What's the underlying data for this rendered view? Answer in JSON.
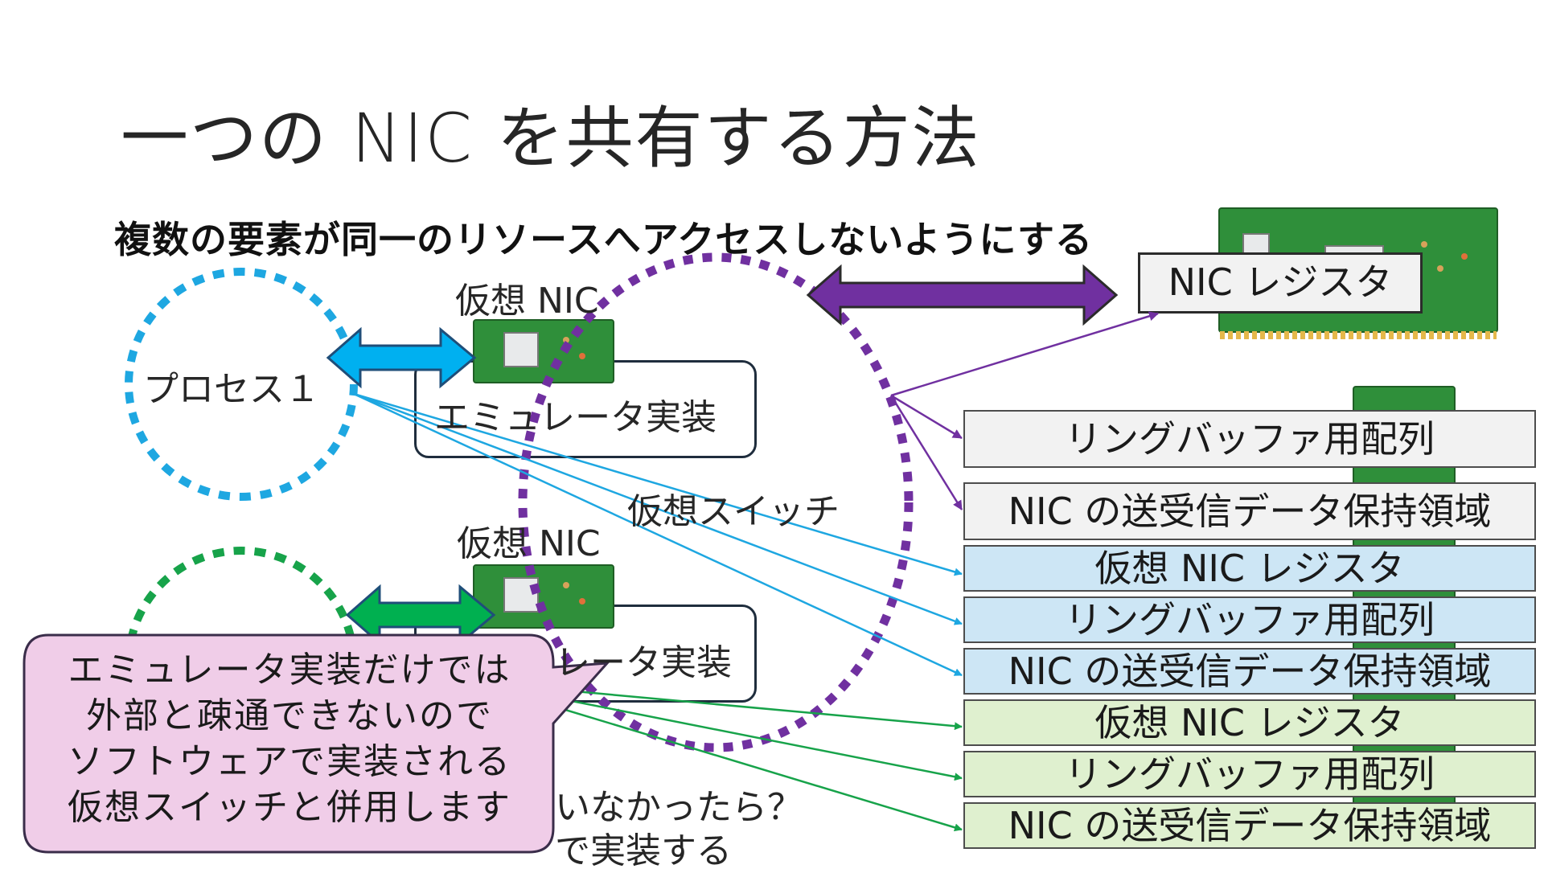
{
  "slide": {
    "title": "一つの NIC を共有する方法",
    "subtitle": "複数の要素が同一のリソースへアクセスしないようにする",
    "process1_label": "プロセス１",
    "vnic1_label": "仮想 NIC",
    "vnic2_label": "仮想 NIC",
    "emu1_label": "エミュレータ実装",
    "emu2_label": "レータ実装",
    "vswitch_label": "仮想スイッチ",
    "nic_register_label": "NIC レジスタ",
    "hidden_q_fragment": "いなかったら？",
    "hidden_a_fragment": "で実装する",
    "callout_lines": [
      "エミュレータ実装だけでは",
      "外部と疎通できないので",
      "ソフトウェアで実装される",
      "仮想スイッチと併用します"
    ]
  },
  "registers": [
    {
      "label": "リングバッファ用配列",
      "group": "host"
    },
    {
      "label": "NIC の送受信データ保持領域",
      "group": "host"
    },
    {
      "label": "仮想 NIC レジスタ",
      "group": "process1"
    },
    {
      "label": "リングバッファ用配列",
      "group": "process1"
    },
    {
      "label": "NIC の送受信データ保持領域",
      "group": "process1"
    },
    {
      "label": "仮想 NIC レジスタ",
      "group": "process2"
    },
    {
      "label": "リングバッファ用配列",
      "group": "process2"
    },
    {
      "label": "NIC の送受信データ保持領域",
      "group": "process2"
    }
  ],
  "colors": {
    "process1": "#1ea7e1",
    "process2": "#17a34a",
    "vswitch": "#7030a0",
    "callout_fill": "#f0cde8"
  }
}
